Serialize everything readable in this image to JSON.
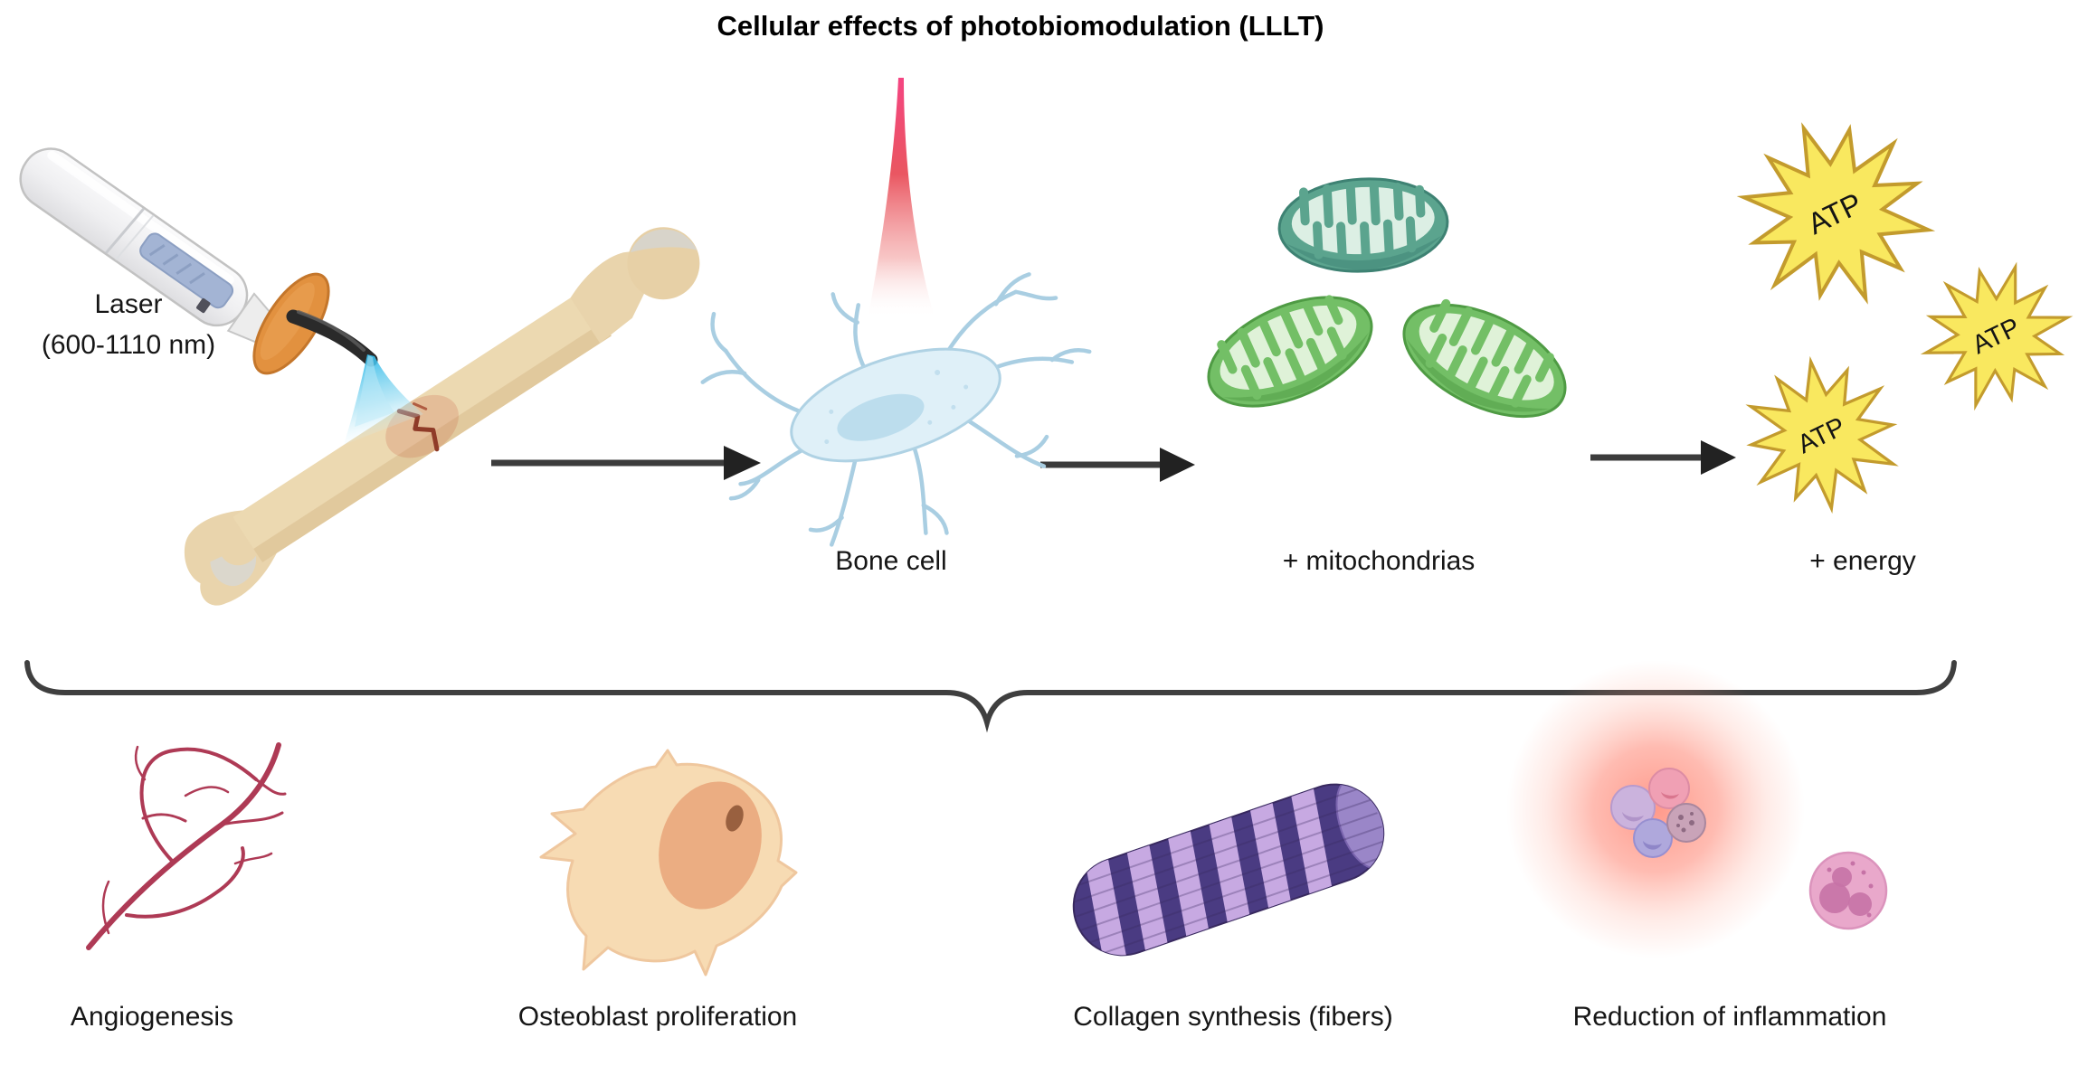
{
  "title": "Cellular effects of photobiomodulation (LLLT)",
  "process_row": {
    "laser": {
      "label_line1": "Laser",
      "label_line2": "(600-1110 nm)"
    },
    "bone_cell": {
      "label": "Bone cell"
    },
    "mitochondria": {
      "label": "+ mitochondrias"
    },
    "energy": {
      "label": "+ energy",
      "atp_badges": [
        "ATP",
        "ATP",
        "ATP"
      ]
    }
  },
  "effects_row": {
    "items": [
      {
        "label": "Angiogenesis"
      },
      {
        "label": "Osteoblast proliferation"
      },
      {
        "label": "Collagen synthesis (fibers)"
      },
      {
        "label": "Reduction of inflammation"
      }
    ]
  },
  "colors": {
    "laser_beam_cyan": "#2FB9E8",
    "laser_beam_red": "#E63946",
    "laser_shield_orange": "#E2913F",
    "bone_tan": "#ECD9B1",
    "bone_cell_blue": "#DFF0F8",
    "mitochondrion_teal": "#5BA48E",
    "mitochondrion_green": "#73BF66",
    "atp_yellow": "#F9E85F",
    "vessel_crimson": "#AE3A55",
    "osteoblast_peach": "#F7DBB3",
    "collagen_purple": "#4A3B82",
    "inflammation_glow": "#FF7864",
    "arrow_gray": "#3C3C3C"
  }
}
